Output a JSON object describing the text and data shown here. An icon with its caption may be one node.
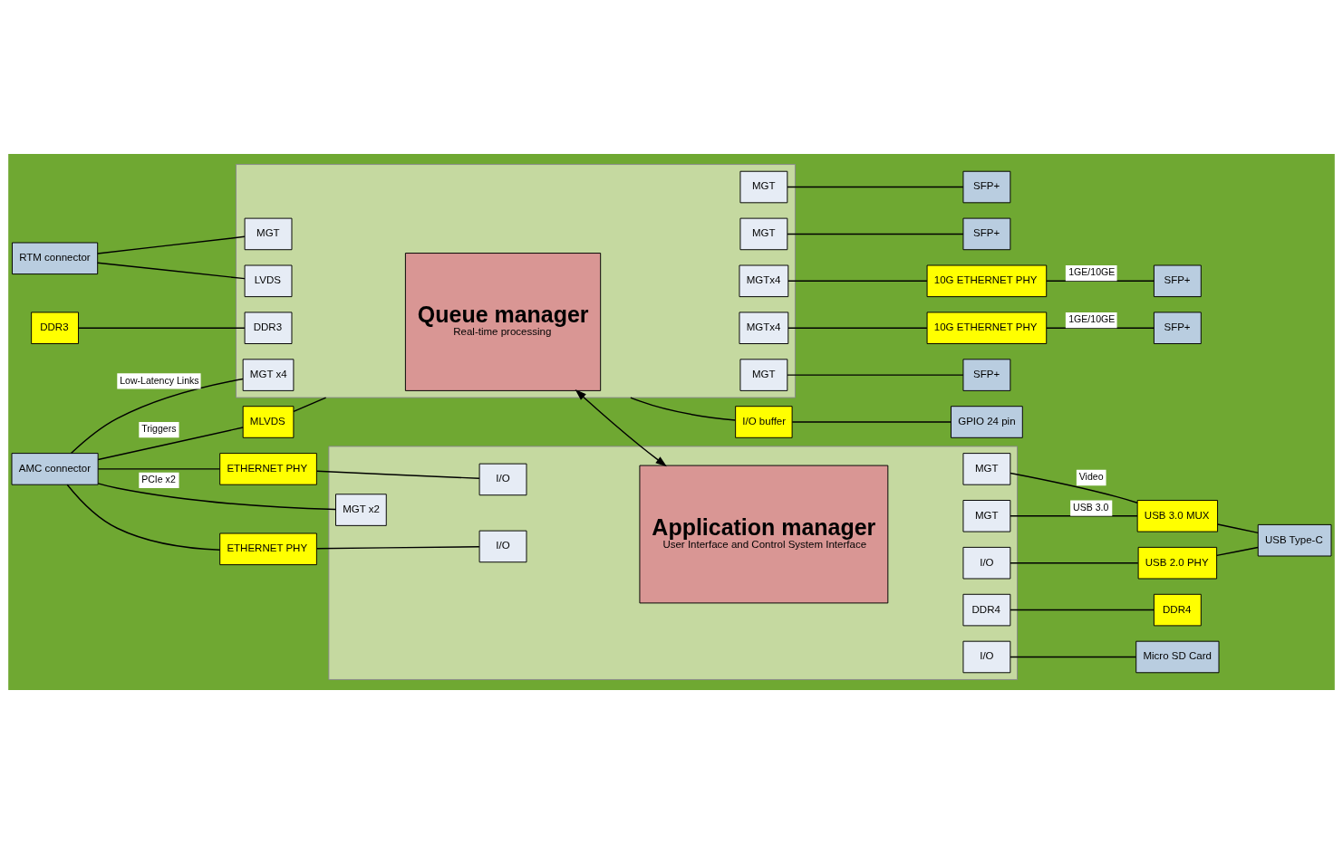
{
  "diagram": {
    "nodes": [
      {
        "text": [
          "RTM connector"
        ]
      },
      {
        "text": [
          "AMC connector"
        ]
      },
      {
        "text": [],
        "shape": "box"
      },
      {
        "text": [
          "Queue manager",
          "Real-time processing"
        ],
        "in": 2
      },
      {
        "text": [
          "MGT"
        ],
        "in": 2
      },
      {
        "text": [
          "LVDS"
        ],
        "in": 2
      },
      {
        "text": [
          "MGT x4"
        ],
        "in": 2
      },
      {
        "text": [
          "DDR3"
        ],
        "in": 2
      },
      {
        "text": [
          "MGTx4"
        ],
        "in": 2
      },
      {
        "text": [
          "MGTx4"
        ],
        "in": 2
      },
      {
        "text": [
          "MGT"
        ],
        "in": 2
      },
      {
        "text": [
          "MGT"
        ],
        "in": 2
      },
      {
        "text": [
          "MGT"
        ],
        "in": 2
      },
      {
        "text": [],
        "shape": "box"
      },
      {
        "text": [
          "Application manager",
          "User Interface and Control System Interface"
        ],
        "in": 13
      },
      {
        "text": [
          "I/O"
        ],
        "in": 13
      },
      {
        "text": [
          "I/O"
        ],
        "in": 13
      },
      {
        "text": [
          "MGT x2"
        ],
        "in": 13
      },
      {
        "text": [
          "MGT"
        ],
        "in": 13
      },
      {
        "text": [
          "MGT"
        ],
        "in": 13
      },
      {
        "text": [
          "I/O"
        ],
        "in": 13
      },
      {
        "text": [
          "DDR4"
        ],
        "in": 13
      },
      {
        "text": [
          "I/O"
        ],
        "in": 13
      },
      {
        "text": [
          "DDR3"
        ]
      },
      {
        "text": [
          "MLVDS"
        ]
      },
      {
        "text": [
          "ETHERNET PHY"
        ]
      },
      {
        "text": [
          "ETHERNET PHY"
        ]
      },
      {
        "text": [
          "10G ETHERNET PHY"
        ]
      },
      {
        "text": [
          "10G ETHERNET PHY"
        ]
      },
      {
        "text": [
          "SFP+"
        ]
      },
      {
        "text": [
          "SFP+"
        ]
      },
      {
        "text": [
          "SFP+"
        ]
      },
      {
        "text": [
          "SFP+"
        ]
      },
      {
        "text": [
          "SFP+"
        ]
      },
      {
        "text": [
          "I/O buffer"
        ]
      },
      {
        "text": [
          "GPIO 24 pin"
        ]
      },
      {
        "text": [
          "USB 3.0 MUX"
        ]
      },
      {
        "text": [
          "USB 2.0 PHY"
        ]
      },
      {
        "text": [
          "DDR4"
        ]
      },
      {
        "text": [
          "USB Type-C"
        ]
      },
      {
        "text": [
          "Micro SD Card"
        ]
      }
    ],
    "edges": [
      {
        "from": 0,
        "to": 4,
        "arrow": "none"
      },
      {
        "from": 0,
        "to": 5,
        "arrow": "none"
      },
      {
        "from": 1,
        "to": 6,
        "arrow": "none",
        "label": "Low-Latency Links"
      },
      {
        "from": 23,
        "to": 7,
        "arrow": "none"
      },
      {
        "from": 1,
        "to": 24,
        "arrow": "none",
        "label": "Triggers"
      },
      {
        "from": 24,
        "to": 2,
        "arrow": "none"
      },
      {
        "from": 3,
        "to": 14,
        "arrow": "both"
      },
      {
        "from": 8,
        "to": 27,
        "arrow": "none"
      },
      {
        "from": 27,
        "to": 29,
        "arrow": "none",
        "label": "1GE/10GE"
      },
      {
        "from": 9,
        "to": 28,
        "arrow": "none"
      },
      {
        "from": 28,
        "to": 30,
        "arrow": "none",
        "label": "1GE/10GE"
      },
      {
        "from": 10,
        "to": 31,
        "arrow": "none"
      },
      {
        "from": 11,
        "to": 32,
        "arrow": "none"
      },
      {
        "from": 12,
        "to": 33,
        "arrow": "none"
      },
      {
        "from": 2,
        "to": 34,
        "arrow": "none"
      },
      {
        "from": 34,
        "to": 35,
        "arrow": "none"
      },
      {
        "from": 1,
        "to": 25,
        "arrow": "none"
      },
      {
        "from": 25,
        "to": 15,
        "arrow": "none"
      },
      {
        "from": 1,
        "to": 26,
        "arrow": "none"
      },
      {
        "from": 26,
        "to": 16,
        "arrow": "none"
      },
      {
        "from": 1,
        "to": 17,
        "arrow": "none",
        "label": "PCIe x2"
      },
      {
        "from": 18,
        "to": 36,
        "arrow": "none",
        "label": "USB 3.0"
      },
      {
        "from": 19,
        "to": 36,
        "arrow": "none",
        "label": "Video"
      },
      {
        "from": 36,
        "to": 39,
        "arrow": "none"
      },
      {
        "from": 20,
        "to": 37,
        "arrow": "none"
      },
      {
        "from": 37,
        "to": 39,
        "arrow": "none"
      },
      {
        "from": 21,
        "to": 38,
        "arrow": "none"
      },
      {
        "from": 22,
        "to": 40,
        "arrow": "none"
      }
    ]
  }
}
